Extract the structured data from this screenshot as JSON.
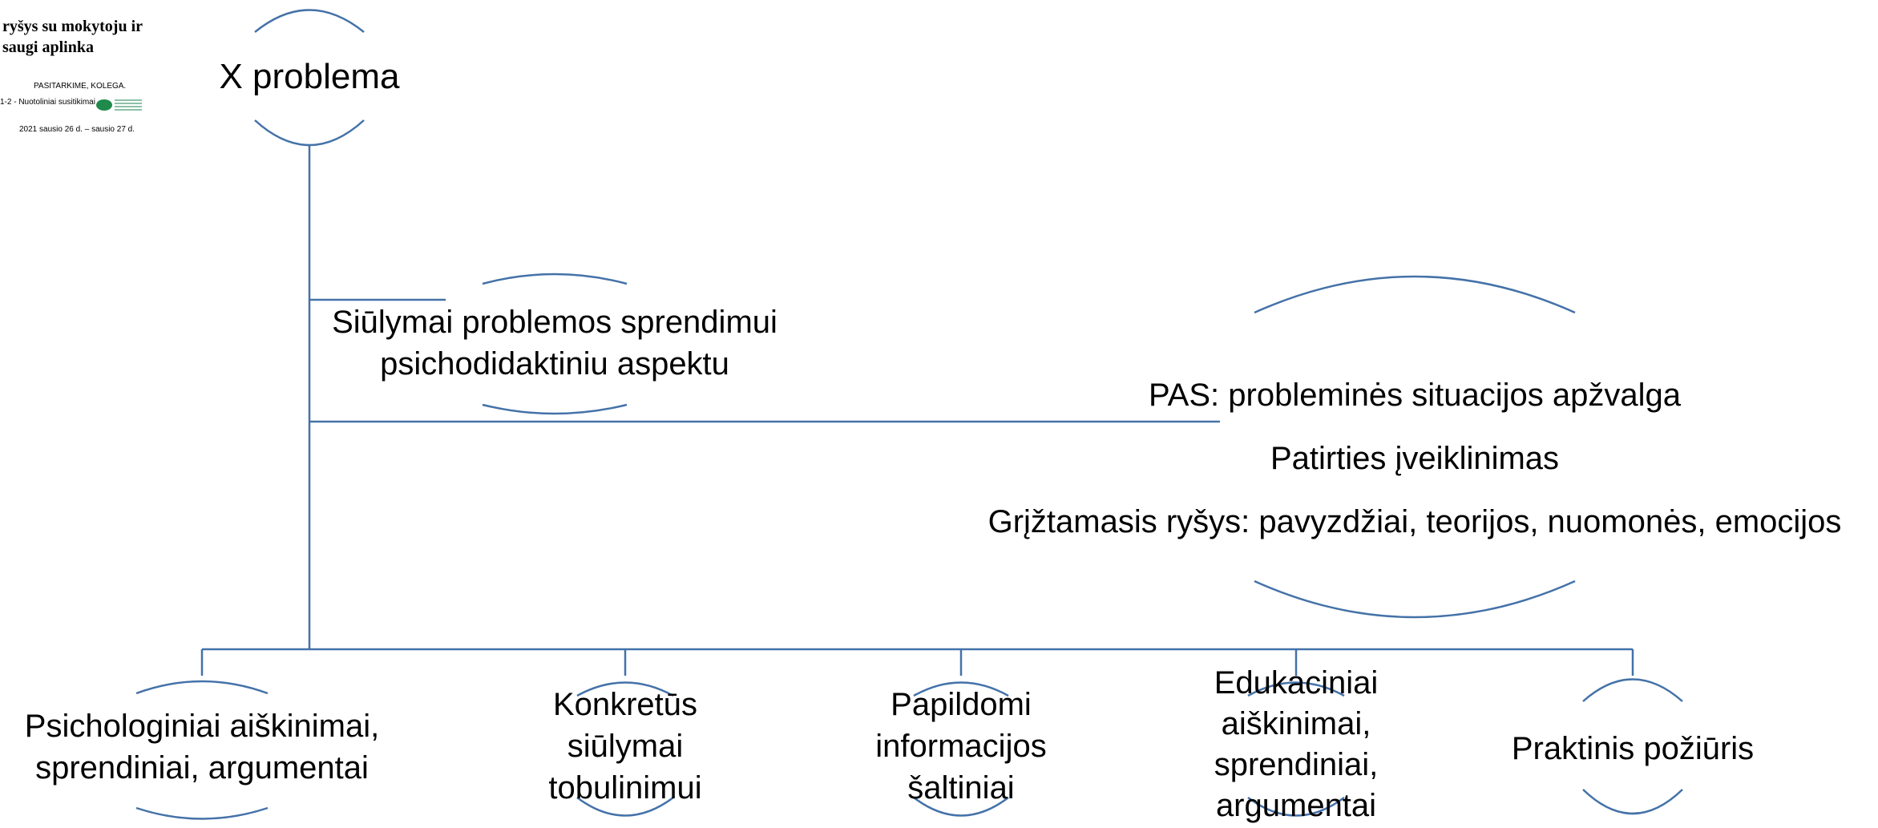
{
  "logo": {
    "title_line1": "ryšys su mokytoju ir",
    "title_line2": "saugi aplinka",
    "sub1": "PASITARKIME, KOLEGA.",
    "sub2": "1-2 - Nuotoliniai susitikimai",
    "dates": "2021 sausio 26 d. – sausio 27 d."
  },
  "root": {
    "label": "X problema"
  },
  "middle": {
    "proposal_line1": "Siūlymai problemos sprendimui",
    "proposal_line2": "psichodidaktiniu aspektu",
    "pas_line1": "PAS: probleminės situacijos apžvalga",
    "pas_line2": "Patirties įveiklinimas",
    "pas_line3": "Grįžtamasis ryšys: pavyzdžiai, teorijos, nuomonės, emocijos"
  },
  "children": [
    {
      "line1": "Psichologiniai aiškinimai,",
      "line2": "sprendiniai, argumentai"
    },
    {
      "line1": "Konkretūs",
      "line2": "siūlymai",
      "line3": "tobulinimui"
    },
    {
      "line1": "Papildomi",
      "line2": "informacijos",
      "line3": "šaltiniai"
    },
    {
      "line1": "Edukaciniai",
      "line2": "aiškinimai,",
      "line3": "sprendiniai,",
      "line4": "argumentai"
    },
    {
      "line1": "Praktinis požiūris"
    }
  ],
  "colors": {
    "line": "#4472a8",
    "text": "#000000"
  }
}
